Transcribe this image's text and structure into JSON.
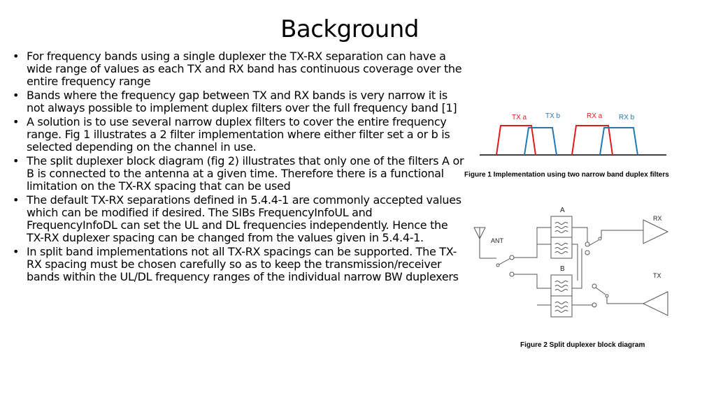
{
  "slide": {
    "title": "Background",
    "bullets": [
      "For frequency bands using a single duplexer the TX-RX separation can have a wide range of values as each TX and RX band has continuous coverage over the entire frequency range",
      "Bands where the frequency gap between TX and RX bands is very narrow it is not always possible to implement duplex filters over the full frequency band [1]",
      "A solution is to use several narrow duplex filters to cover the entire frequency range. Fig 1 illustrates a 2 filter implementation where either filter set a or b is selected depending on the channel in use.",
      "The split duplexer block diagram (fig 2) illustrates that only one of the filters A or B is connected to the antenna at a given time. Therefore there is a functional limitation on the TX-RX spacing that can be used",
      "The default TX-RX separations defined in 5.4.4-1 are commonly accepted values which can be modified if desired. The SIBs FrequencyInfoUL and FrequencyInfoDL can set the UL and DL frequencies independently. Hence the TX-RX duplexer spacing can be changed from the values given in 5.4.4-1.",
      "In split band implementations not all TX-RX spacings can be supported. The TX-RX spacing must be chosen carefully so as to keep the transmission/receiver bands within the UL/DL frequency ranges of the individual narrow BW duplexers"
    ]
  },
  "figure1": {
    "caption": "Figure 1 Implementation using two narrow band duplex filters",
    "labels": {
      "tx_a": "TX a",
      "tx_b": "TX b",
      "rx_a": "RX a",
      "rx_b": "RX b"
    },
    "colors": {
      "set_a": "#e31a1c",
      "set_b": "#1f78b4",
      "axis": "#000000"
    }
  },
  "figure2": {
    "caption": "Figure 2 Split duplexer block diagram",
    "labels": {
      "filter_a": "A",
      "filter_b": "B",
      "antenna": "ANT",
      "rx": "RX",
      "tx": "TX"
    }
  }
}
